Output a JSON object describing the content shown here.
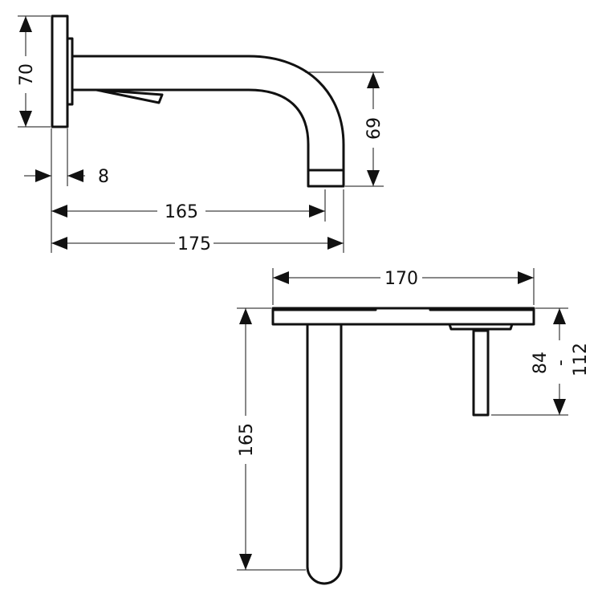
{
  "side_view": {
    "flange_height": "70",
    "spout_drop": "69",
    "flange_thickness": "8",
    "projection": "165",
    "overall_projection": "175"
  },
  "top_view": {
    "plate_width": "170",
    "spout_length": "165",
    "lever_range_min": "84",
    "lever_range_separator": "-",
    "lever_range_max": "112"
  }
}
